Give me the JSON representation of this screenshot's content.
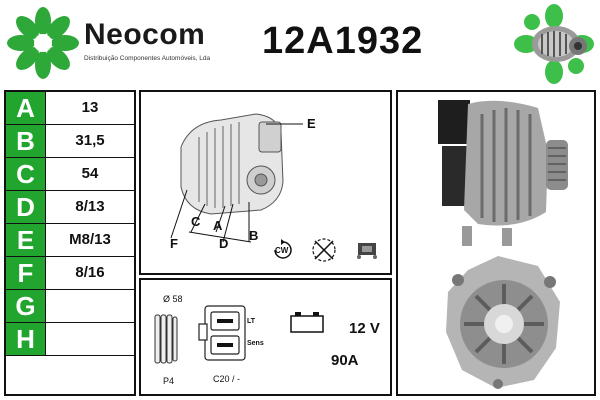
{
  "header": {
    "brand": "Neocom",
    "brand_sub": "Distribuição Componentes Automóveis, Lda",
    "part_number": "12A1932"
  },
  "specs": [
    {
      "letter": "A",
      "value": "13"
    },
    {
      "letter": "B",
      "value": "31,5"
    },
    {
      "letter": "C",
      "value": "54"
    },
    {
      "letter": "D",
      "value": "8/13"
    },
    {
      "letter": "E",
      "value": "M8/13"
    },
    {
      "letter": "F",
      "value": "8/16"
    },
    {
      "letter": "G",
      "value": ""
    },
    {
      "letter": "H",
      "value": ""
    }
  ],
  "diagram": {
    "labels": {
      "e": "E",
      "c": "C",
      "a": "A",
      "f": "F",
      "d": "D",
      "b": "B"
    },
    "rotation": "CW"
  },
  "details": {
    "pulley_diameter": "Ø 58",
    "pulley": "P4",
    "connector_lt": "LT",
    "connector_sens": "Sens",
    "connector_code": "C20 / -",
    "voltage": "12 V",
    "amperage": "90A"
  },
  "colors": {
    "brand_green": "#22a52f",
    "logo_green": "#2fa83a"
  }
}
